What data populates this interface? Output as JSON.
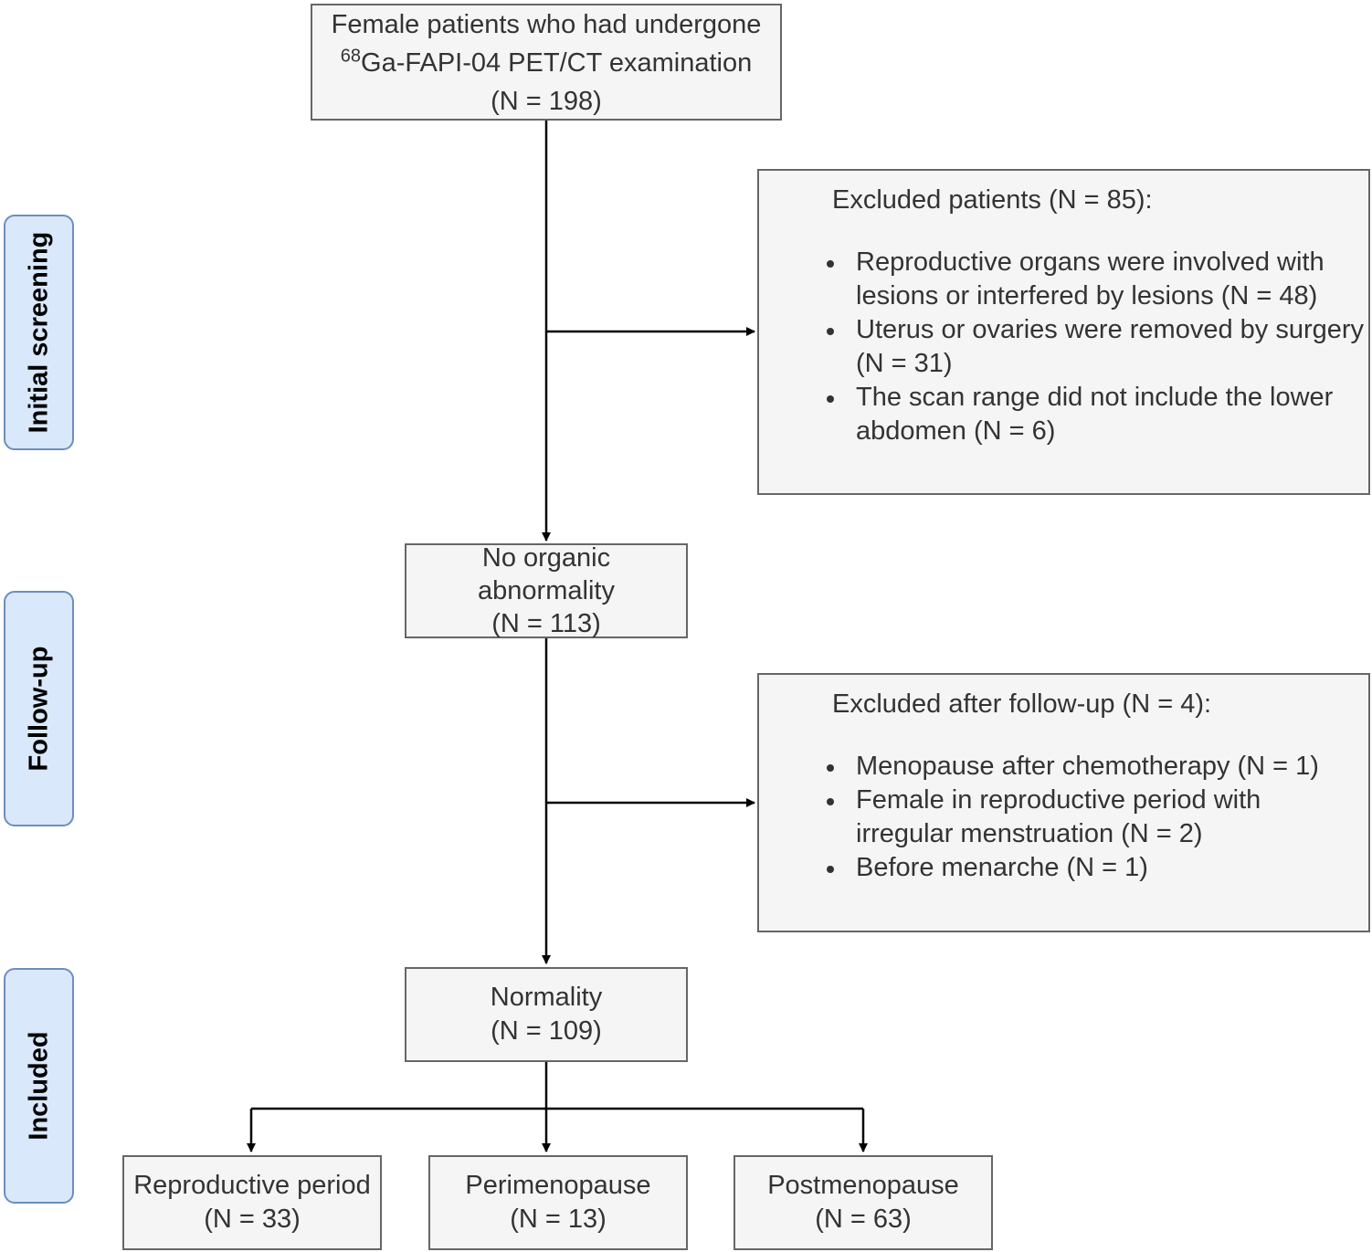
{
  "stages": {
    "initial_screening": "Initial screening",
    "follow_up": "Follow-up",
    "included": "Included"
  },
  "start": {
    "line1": "Female patients who had undergone",
    "line2_sup": "68",
    "line2": "Ga-FAPI-04 PET/CT examination",
    "line3": "(N = 198)"
  },
  "exclusion1": {
    "title": "Excluded patients (N = 85):",
    "items": [
      "Reproductive organs were involved with lesions or interfered by lesions (N = 48)",
      "Uterus or ovaries were removed by surgery (N = 31)",
      "The scan range did not include the lower abdomen (N = 6)"
    ]
  },
  "no_abnormality": {
    "line1": "No organic",
    "line2": "abnormality",
    "line3": "(N = 113)"
  },
  "exclusion2": {
    "title": "Excluded after follow-up (N = 4):",
    "items": [
      "Menopause after chemotherapy (N = 1)",
      "Female in reproductive period with irregular menstruation (N = 2)",
      "Before menarche (N = 1)"
    ]
  },
  "normality": {
    "line1": "Normality",
    "line2": "(N = 109)"
  },
  "groups": [
    {
      "name": "Reproductive period",
      "count": "(N = 33)"
    },
    {
      "name": "Perimenopause",
      "count": "(N = 13)"
    },
    {
      "name": "Postmenopause",
      "count": "(N = 63)"
    }
  ]
}
